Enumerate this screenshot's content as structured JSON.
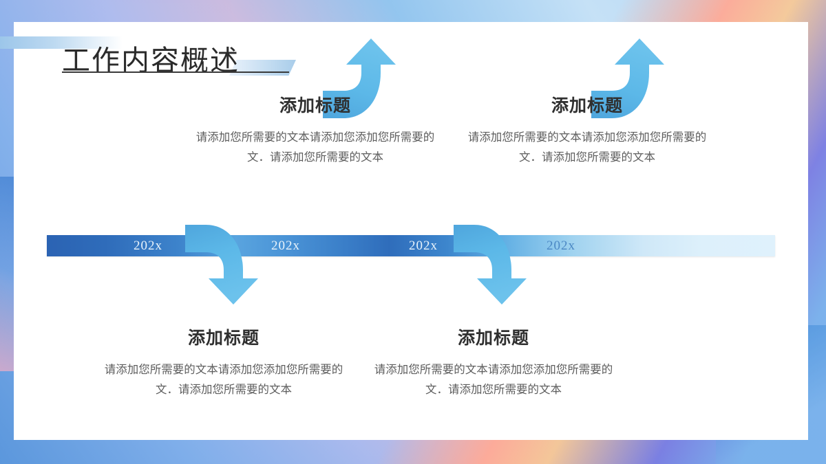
{
  "slide": {
    "title": "工作内容概述",
    "theme": {
      "bar_dark": "#2b63b3",
      "bar_mid": "#59a4df",
      "bar_light": "#dff1fc",
      "arrow": "#5cb8e8",
      "heading_color": "#2f2f2f",
      "body_color": "#5d5d5d"
    }
  },
  "timeline": {
    "markers": [
      {
        "label": "202x"
      },
      {
        "label": "202x"
      },
      {
        "label": "202x"
      },
      {
        "label": "202x"
      }
    ]
  },
  "arrows": [
    {
      "name": "arrow-up-1",
      "direction": "up"
    },
    {
      "name": "arrow-down-1",
      "direction": "down"
    },
    {
      "name": "arrow-up-2",
      "direction": "up"
    },
    {
      "name": "arrow-down-2",
      "direction": "down"
    }
  ],
  "blocks": [
    {
      "position": "top-left",
      "heading": "添加标题",
      "body": "请添加您所需要的文本请添加您添加您所需要的文．请添加您所需要的文本"
    },
    {
      "position": "top-right",
      "heading": "添加标题",
      "body": "请添加您所需要的文本请添加您添加您所需要的文．请添加您所需要的文本"
    },
    {
      "position": "bottom-left",
      "heading": "添加标题",
      "body": "请添加您所需要的文本请添加您添加您所需要的文．请添加您所需要的文本"
    },
    {
      "position": "bottom-right",
      "heading": "添加标题",
      "body": "请添加您所需要的文本请添加您添加您所需要的文．请添加您所需要的文本"
    }
  ]
}
